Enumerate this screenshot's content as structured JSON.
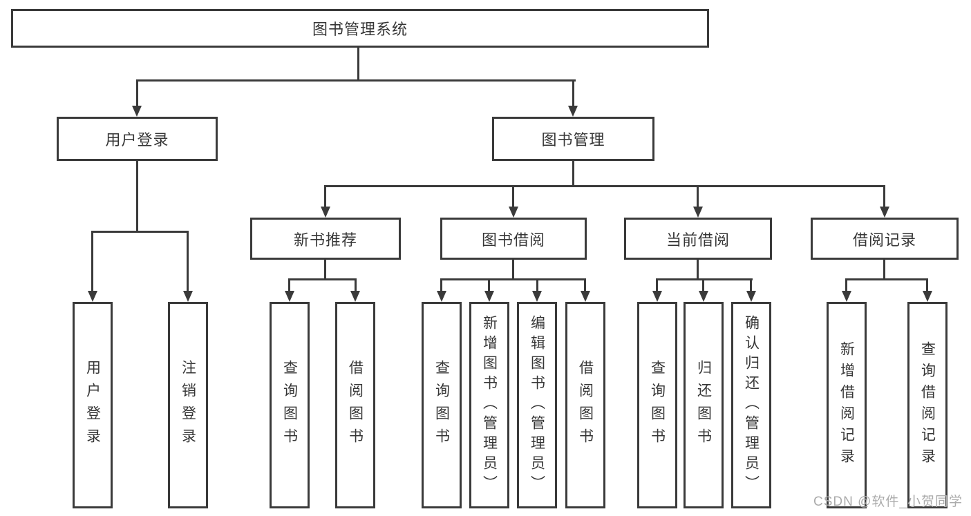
{
  "diagram": {
    "type": "hierarchy",
    "root": {
      "label": "图书管理系统"
    },
    "level2": [
      {
        "id": "user-login",
        "label": "用户登录",
        "parent": "图书管理系统"
      },
      {
        "id": "book-management",
        "label": "图书管理",
        "parent": "图书管理系统"
      }
    ],
    "level3": [
      {
        "id": "new-book-recommend",
        "label": "新书推荐",
        "parent": "图书管理"
      },
      {
        "id": "book-borrowing",
        "label": "图书借阅",
        "parent": "图书管理"
      },
      {
        "id": "current-borrowing",
        "label": "当前借阅",
        "parent": "图书管理"
      },
      {
        "id": "borrowing-records",
        "label": "借阅记录",
        "parent": "图书管理"
      }
    ],
    "leaves": [
      {
        "id": "leaf-user-login",
        "label": "用户登录",
        "parent": "用户登录"
      },
      {
        "id": "leaf-logout",
        "label": "注销登录",
        "parent": "用户登录"
      },
      {
        "id": "leaf-nbr-query-book",
        "label": "查询图书",
        "parent": "新书推荐"
      },
      {
        "id": "leaf-nbr-borrow-book",
        "label": "借阅图书",
        "parent": "新书推荐"
      },
      {
        "id": "leaf-bb-query-book",
        "label": "查询图书",
        "parent": "图书借阅"
      },
      {
        "id": "leaf-bb-add-book-admin",
        "label": "新增图书（管理员）",
        "parent": "图书借阅"
      },
      {
        "id": "leaf-bb-edit-book-admin",
        "label": "编辑图书（管理员）",
        "parent": "图书借阅"
      },
      {
        "id": "leaf-bb-borrow-book",
        "label": "借阅图书",
        "parent": "图书借阅"
      },
      {
        "id": "leaf-cb-query-book",
        "label": "查询图书",
        "parent": "当前借阅"
      },
      {
        "id": "leaf-cb-return-book",
        "label": "归还图书",
        "parent": "当前借阅"
      },
      {
        "id": "leaf-cb-confirm-return-admin",
        "label": "确认归还（管理员）",
        "parent": "当前借阅"
      },
      {
        "id": "leaf-br-add-record",
        "label": "新增借阅记录",
        "parent": "借阅记录"
      },
      {
        "id": "leaf-br-query-record",
        "label": "查询借阅记录",
        "parent": "借阅记录"
      }
    ],
    "colors": {
      "line": "#3a3a3a",
      "box_border": "#3a3a3a",
      "text": "#363636",
      "watermark": "#ababab",
      "background": "#ffffff"
    }
  },
  "watermark": {
    "text": "CSDN @软件_小贺同学"
  }
}
